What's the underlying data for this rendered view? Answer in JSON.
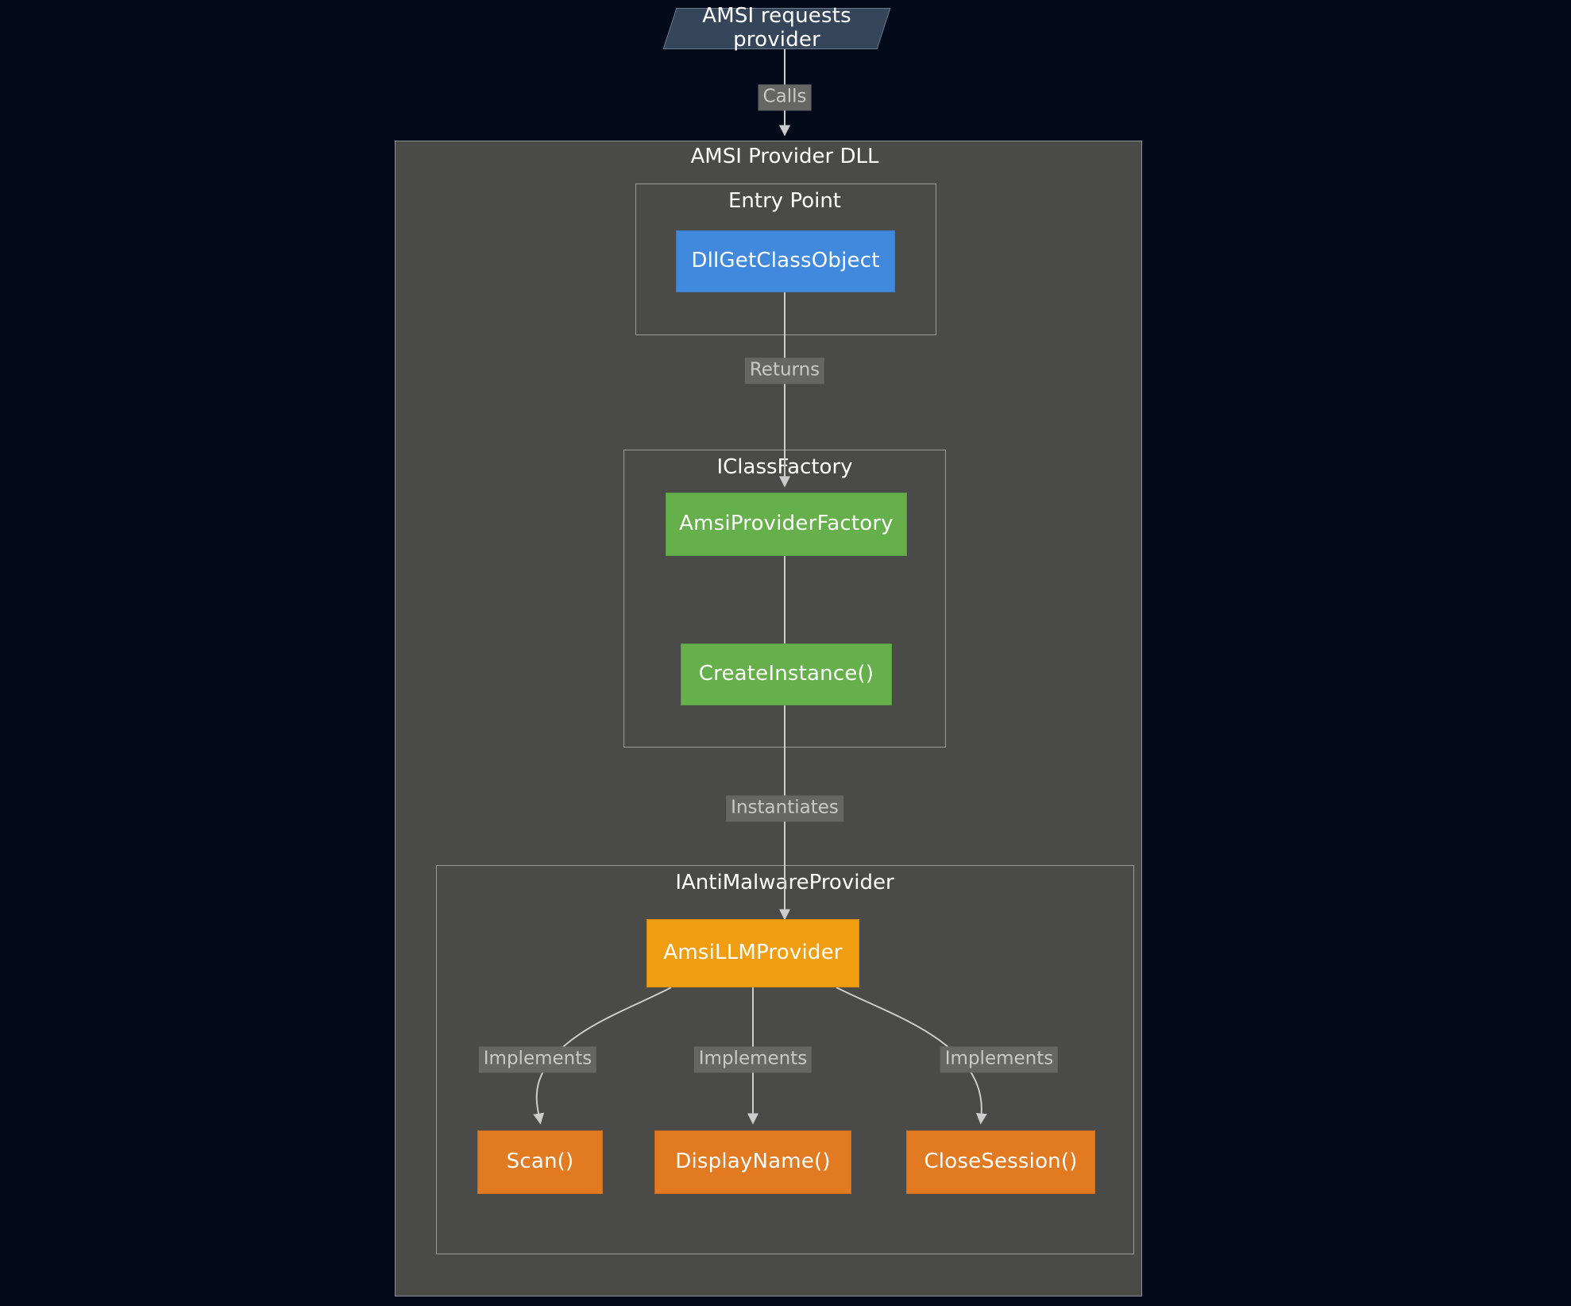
{
  "diagram": {
    "title": "AMSI Provider DLL architecture flowchart",
    "background_color": "#030a1a",
    "cluster_fill": "#4a4a48",
    "cluster_border": "#9a9a98",
    "edge_color": "#cccccc"
  },
  "clusters": {
    "outer": {
      "label": "AMSI Provider DLL"
    },
    "entry_point": {
      "label": "Entry Point"
    },
    "class_factory": {
      "label": "IClassFactory"
    },
    "anti_malware": {
      "label": "IAntiMalwareProvider"
    }
  },
  "nodes": {
    "amsi_request": {
      "label": "AMSI requests provider",
      "shape": "parallelogram",
      "color": "#36465a"
    },
    "dll_get_class_object": {
      "label": "DllGetClassObject",
      "shape": "rect",
      "color": "#4189dd"
    },
    "amsi_provider_factory": {
      "label": "AmsiProviderFactory",
      "shape": "rect",
      "color": "#65b04a"
    },
    "create_instance": {
      "label": "CreateInstance()",
      "shape": "rect",
      "color": "#65b04a"
    },
    "amsi_llm_provider": {
      "label": "AmsiLLMProvider",
      "shape": "rect",
      "color": "#f09d12"
    },
    "scan": {
      "label": "Scan()",
      "shape": "rect",
      "color": "#e27a22"
    },
    "display_name": {
      "label": "DisplayName()",
      "shape": "rect",
      "color": "#e27a22"
    },
    "close_session": {
      "label": "CloseSession()",
      "shape": "rect",
      "color": "#e27a22"
    }
  },
  "edges": [
    {
      "from": "amsi_request",
      "to": "dll_get_class_object",
      "label": "Calls"
    },
    {
      "from": "dll_get_class_object",
      "to": "amsi_provider_factory",
      "label": "Returns"
    },
    {
      "from": "amsi_provider_factory",
      "to": "create_instance",
      "label": ""
    },
    {
      "from": "create_instance",
      "to": "amsi_llm_provider",
      "label": "Instantiates"
    },
    {
      "from": "amsi_llm_provider",
      "to": "scan",
      "label": "Implements"
    },
    {
      "from": "amsi_llm_provider",
      "to": "display_name",
      "label": "Implements"
    },
    {
      "from": "amsi_llm_provider",
      "to": "close_session",
      "label": "Implements"
    }
  ]
}
